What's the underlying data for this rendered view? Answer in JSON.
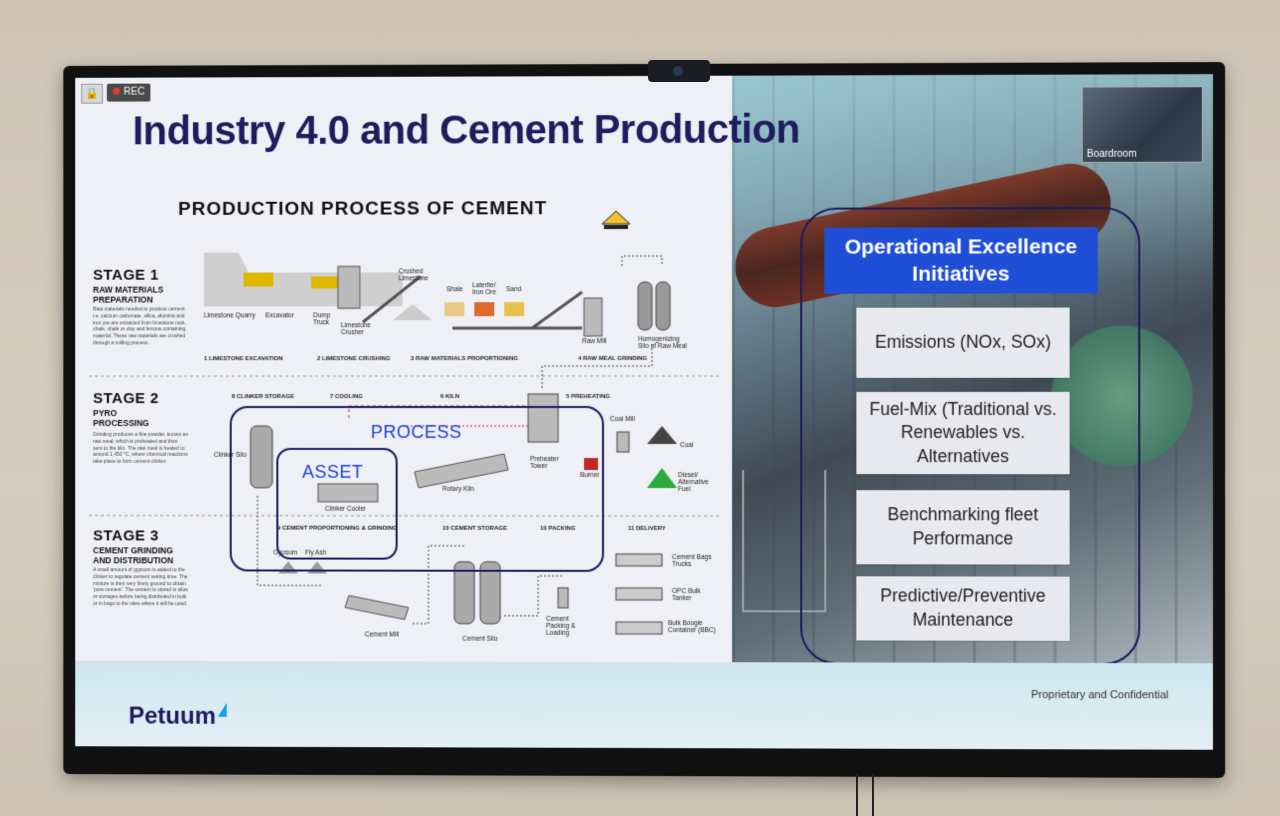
{
  "recording": {
    "rec_label": "REC"
  },
  "slide": {
    "title": "Industry 4.0 and Cement Production",
    "footer_brand": "Petuum",
    "confidential": "Proprietary and Confidential"
  },
  "webcam_thumb": {
    "label": "Boardroom"
  },
  "diagram": {
    "title": "PRODUCTION PROCESS OF CEMENT",
    "stages": [
      {
        "heading": "STAGE 1",
        "sub": "RAW MATERIALS PREPARATION",
        "desc": "Raw materials needed to produce cement i.e. calcium carbonate, silica, alumina and iron ore are extracted from limestone rock, chalk, shale or clay and ferrous containing material. These raw materials are crushed through a milling process."
      },
      {
        "heading": "STAGE 2",
        "sub": "PYRO PROCESSING",
        "desc": "Grinding produces a fine powder, known as raw meal, which is preheated and then sent to the kiln. The raw meal is heated to around 1,450 °C, where chemical reactions take place to form cement clinker."
      },
      {
        "heading": "STAGE 3",
        "sub": "CEMENT GRINDING AND DISTRIBUTION",
        "desc": "A small amount of gypsum is added to the clinker to regulate cement setting time. The mixture is then very finely ground to obtain 'pure cement'. The cement is stored in silos or storages before being distributed in bulk or in bags to the sites where it will be used."
      }
    ],
    "steps": {
      "s1": "1 LIMESTONE EXCAVATION",
      "s2": "2 LIMESTONE CRUSHING",
      "s3": "3 RAW MATERIALS PROPORTIONING",
      "s4": "4 RAW MEAL GRINDING",
      "s5": "5 PREHEATING",
      "s6": "6 KILN",
      "s7": "7 COOLING",
      "s8": "8 CLINKER STORAGE",
      "s9": "9 CEMENT PROPORTIONING & GRINDING",
      "s10a": "10 CEMENT STORAGE",
      "s10b": "10 PACKING",
      "s11": "11 DELIVERY"
    },
    "labels": {
      "quarry": "Limestone Quarry",
      "excavator": "Excavator",
      "dump_truck": "Dump Truck",
      "crusher": "Limestone Crusher",
      "crushed": "Crushed Limestone",
      "shale": "Shale",
      "laterite": "Laterite/ Iron Ore",
      "sand": "Sand",
      "raw_mill": "Raw Mill",
      "homog_silo": "Homogenizing Silo of Raw Meal",
      "clinker_silo": "Clinker Silo",
      "clinker_cooler": "Clinker Cooler",
      "rotary_kiln": "Rotary Kiln",
      "preheater": "Preheater Tower",
      "burner": "Burner",
      "coal_mill": "Coal Mill",
      "coal": "Coal",
      "diesel": "Diesel/ Alternative Fuel",
      "gypsum": "Gypsum",
      "fly_ash": "Fly Ash",
      "cement_mill": "Cement Mill",
      "cement_silo": "Cement Silo",
      "packing": "Cement Packing & Loading",
      "bags_trucks": "Cement Bags Trucks",
      "opc_tanker": "OPC Bulk Tanker",
      "bbc": "Bulk Boogie Container (BBC)"
    },
    "overlay": {
      "process": "PROCESS",
      "asset": "ASSET"
    }
  },
  "initiatives": {
    "header": "Operational Excellence Initiatives",
    "items": [
      "Emissions (NOx, SOx)",
      "Fuel-Mix (Traditional vs. Renewables vs. Alternatives",
      "Benchmarking fleet Performance",
      "Predictive/Preventive Maintenance"
    ]
  },
  "colors": {
    "title_navy": "#1e1b5e",
    "header_blue": "#1f4fd6",
    "overlay_blue": "#1f3fd6",
    "logo_cyan": "#1aa0e0"
  }
}
